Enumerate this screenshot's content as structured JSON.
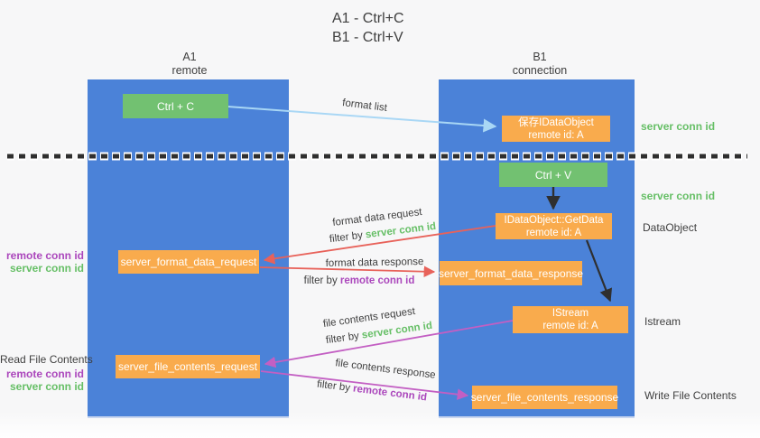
{
  "title": {
    "line1": "A1 - Ctrl+C",
    "line2": "B1 - Ctrl+V"
  },
  "columns": {
    "a1": {
      "name": "A1",
      "subtitle": "remote"
    },
    "b1": {
      "name": "B1",
      "subtitle": "connection"
    }
  },
  "boxes": {
    "ctrl_c": "Ctrl + C",
    "ctrl_v": "Ctrl + V",
    "save_dataobject": {
      "line1": "保存IDataObject",
      "line2": "remote id: A"
    },
    "getdata": {
      "line1": "IDataObject::GetData",
      "line2": "remote id: A"
    },
    "istream": {
      "line1": "IStream",
      "line2": "remote id: A"
    },
    "format_request": "server_format_data_request",
    "format_response": "server_format_data_response",
    "file_request": "server_file_contents_request",
    "file_response": "server_file_contents_response"
  },
  "arrows": {
    "format_list": "format list",
    "format_data_request": "format data request",
    "format_data_response": "format data response",
    "file_contents_request": "file contents request",
    "file_contents_response": "file contents response",
    "filter_prefix": "filter by",
    "filter_server": "server conn id",
    "filter_remote": "remote conn id"
  },
  "side_labels": {
    "left": {
      "format_remote": "remote conn id",
      "format_server": "server conn id",
      "read_file": "Read File Contents",
      "file_remote": "remote conn id",
      "file_server": "server conn id"
    },
    "right": {
      "server_conn_top": "server conn id",
      "server_conn_mid": "server conn id",
      "dataobject": "DataObject",
      "istream": "Istream",
      "write_file": "Write File Contents"
    }
  },
  "colors": {
    "panel_blue": "#4b82d8",
    "box_green": "#72c171",
    "box_orange": "#f9ab4d",
    "arrow_blue": "#a9d7f5",
    "arrow_red": "#e8625a",
    "arrow_magenta": "#c35fc3",
    "arrow_black": "#2f2f2f",
    "label_green": "#66bf66",
    "label_purple": "#ab47bc",
    "text_dark": "#3f3f3f"
  }
}
